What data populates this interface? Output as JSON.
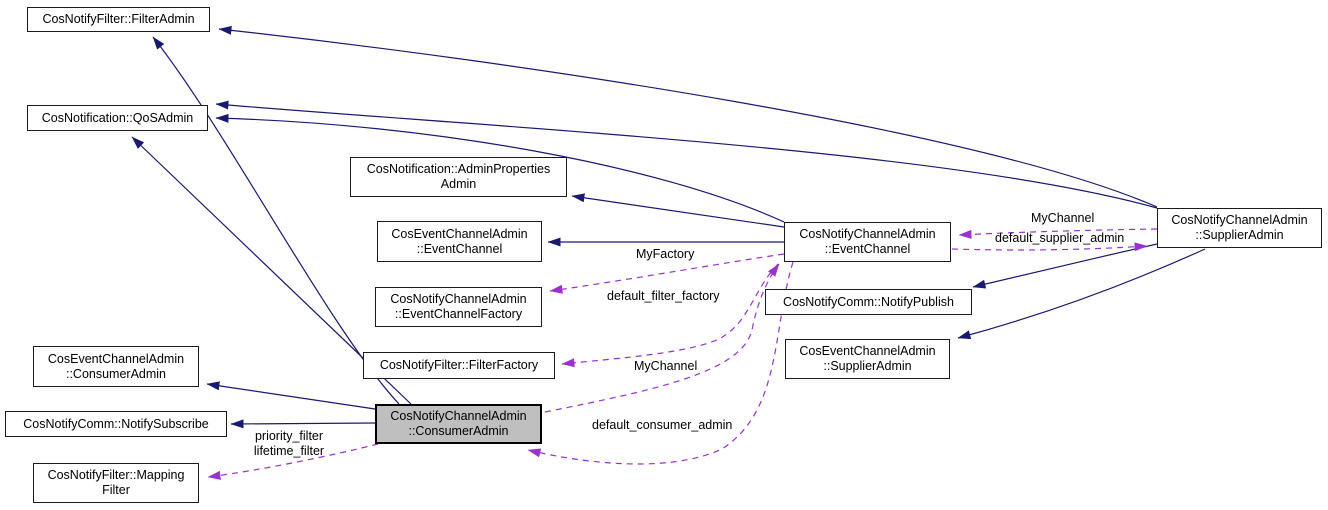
{
  "diagram": {
    "kind": "collaboration-graph",
    "background": "#ffffff"
  },
  "colors": {
    "inheritance_edge": "#191970",
    "usage_edge": "#9a32cd",
    "node_fill": "#ffffff",
    "node_border": "#1a1a1a",
    "focus_node_fill": "#bfbfbf",
    "text": "#000000"
  },
  "nodes": {
    "filter_admin": {
      "lines": [
        "CosNotifyFilter::FilterAdmin"
      ]
    },
    "qos_admin": {
      "lines": [
        "CosNotification::QoSAdmin"
      ]
    },
    "admin_properties_admin": {
      "lines": [
        "CosNotification::AdminProperties",
        "Admin"
      ]
    },
    "cosec_event_channel": {
      "lines": [
        "CosEventChannelAdmin",
        "::EventChannel"
      ]
    },
    "event_channel_factory": {
      "lines": [
        "CosNotifyChannelAdmin",
        "::EventChannelFactory"
      ]
    },
    "filter_factory": {
      "lines": [
        "CosNotifyFilter::FilterFactory"
      ]
    },
    "cosec_consumer_admin": {
      "lines": [
        "CosEventChannelAdmin",
        "::ConsumerAdmin"
      ]
    },
    "notify_subscribe": {
      "lines": [
        "CosNotifyComm::NotifySubscribe"
      ]
    },
    "mapping_filter": {
      "lines": [
        "CosNotifyFilter::Mapping",
        "Filter"
      ]
    },
    "consumer_admin": {
      "lines": [
        "CosNotifyChannelAdmin",
        "::ConsumerAdmin"
      ]
    },
    "notify_event_channel": {
      "lines": [
        "CosNotifyChannelAdmin",
        "::EventChannel"
      ]
    },
    "notify_publish": {
      "lines": [
        "CosNotifyComm::NotifyPublish"
      ]
    },
    "cosec_supplier_admin": {
      "lines": [
        "CosEventChannelAdmin",
        "::SupplierAdmin"
      ]
    },
    "notify_supplier_admin": {
      "lines": [
        "CosNotifyChannelAdmin",
        "::SupplierAdmin"
      ]
    }
  },
  "edge_labels": {
    "my_factory": "MyFactory",
    "default_filter_factory": "default_filter_factory",
    "my_channel_consumer": "MyChannel",
    "default_consumer_admin": "default_consumer_admin",
    "priority_filter": "priority_filter",
    "lifetime_filter": "lifetime_filter",
    "my_channel_supplier": "MyChannel",
    "default_supplier_admin": "default_supplier_admin"
  },
  "edges": [
    {
      "from": "CosNotifyChannelAdmin::ConsumerAdmin",
      "to": "CosNotifyFilter::FilterAdmin",
      "type": "inheritance"
    },
    {
      "from": "CosNotifyChannelAdmin::ConsumerAdmin",
      "to": "CosNotification::QoSAdmin",
      "type": "inheritance"
    },
    {
      "from": "CosNotifyChannelAdmin::ConsumerAdmin",
      "to": "CosEventChannelAdmin::ConsumerAdmin",
      "type": "inheritance"
    },
    {
      "from": "CosNotifyChannelAdmin::ConsumerAdmin",
      "to": "CosNotifyComm::NotifySubscribe",
      "type": "inheritance"
    },
    {
      "from": "CosNotifyChannelAdmin::EventChannel",
      "to": "CosNotification::QoSAdmin",
      "type": "inheritance"
    },
    {
      "from": "CosNotifyChannelAdmin::EventChannel",
      "to": "CosNotification::AdminPropertiesAdmin",
      "type": "inheritance"
    },
    {
      "from": "CosNotifyChannelAdmin::EventChannel",
      "to": "CosEventChannelAdmin::EventChannel",
      "type": "inheritance"
    },
    {
      "from": "CosNotifyChannelAdmin::SupplierAdmin",
      "to": "CosNotifyFilter::FilterAdmin",
      "type": "inheritance"
    },
    {
      "from": "CosNotifyChannelAdmin::SupplierAdmin",
      "to": "CosNotification::QoSAdmin",
      "type": "inheritance"
    },
    {
      "from": "CosNotifyChannelAdmin::SupplierAdmin",
      "to": "CosNotifyComm::NotifyPublish",
      "type": "inheritance"
    },
    {
      "from": "CosNotifyChannelAdmin::SupplierAdmin",
      "to": "CosEventChannelAdmin::SupplierAdmin",
      "type": "inheritance"
    },
    {
      "from": "CosNotifyChannelAdmin::EventChannel",
      "to": "CosNotifyChannelAdmin::EventChannelFactory",
      "type": "usage",
      "label": "MyFactory"
    },
    {
      "from": "CosNotifyChannelAdmin::EventChannel",
      "to": "CosNotifyFilter::FilterFactory",
      "type": "usage",
      "label": "default_filter_factory"
    },
    {
      "from": "CosNotifyChannelAdmin::ConsumerAdmin",
      "to": "CosNotifyChannelAdmin::EventChannel",
      "type": "usage",
      "label": "MyChannel"
    },
    {
      "from": "CosNotifyChannelAdmin::EventChannel",
      "to": "CosNotifyChannelAdmin::ConsumerAdmin",
      "type": "usage",
      "label": "default_consumer_admin"
    },
    {
      "from": "CosNotifyChannelAdmin::ConsumerAdmin",
      "to": "CosNotifyFilter::MappingFilter",
      "type": "usage",
      "label": "priority_filter lifetime_filter"
    },
    {
      "from": "CosNotifyChannelAdmin::SupplierAdmin",
      "to": "CosNotifyChannelAdmin::EventChannel",
      "type": "usage",
      "label": "MyChannel"
    },
    {
      "from": "CosNotifyChannelAdmin::EventChannel",
      "to": "CosNotifyChannelAdmin::SupplierAdmin",
      "type": "usage",
      "label": "default_supplier_admin"
    }
  ]
}
